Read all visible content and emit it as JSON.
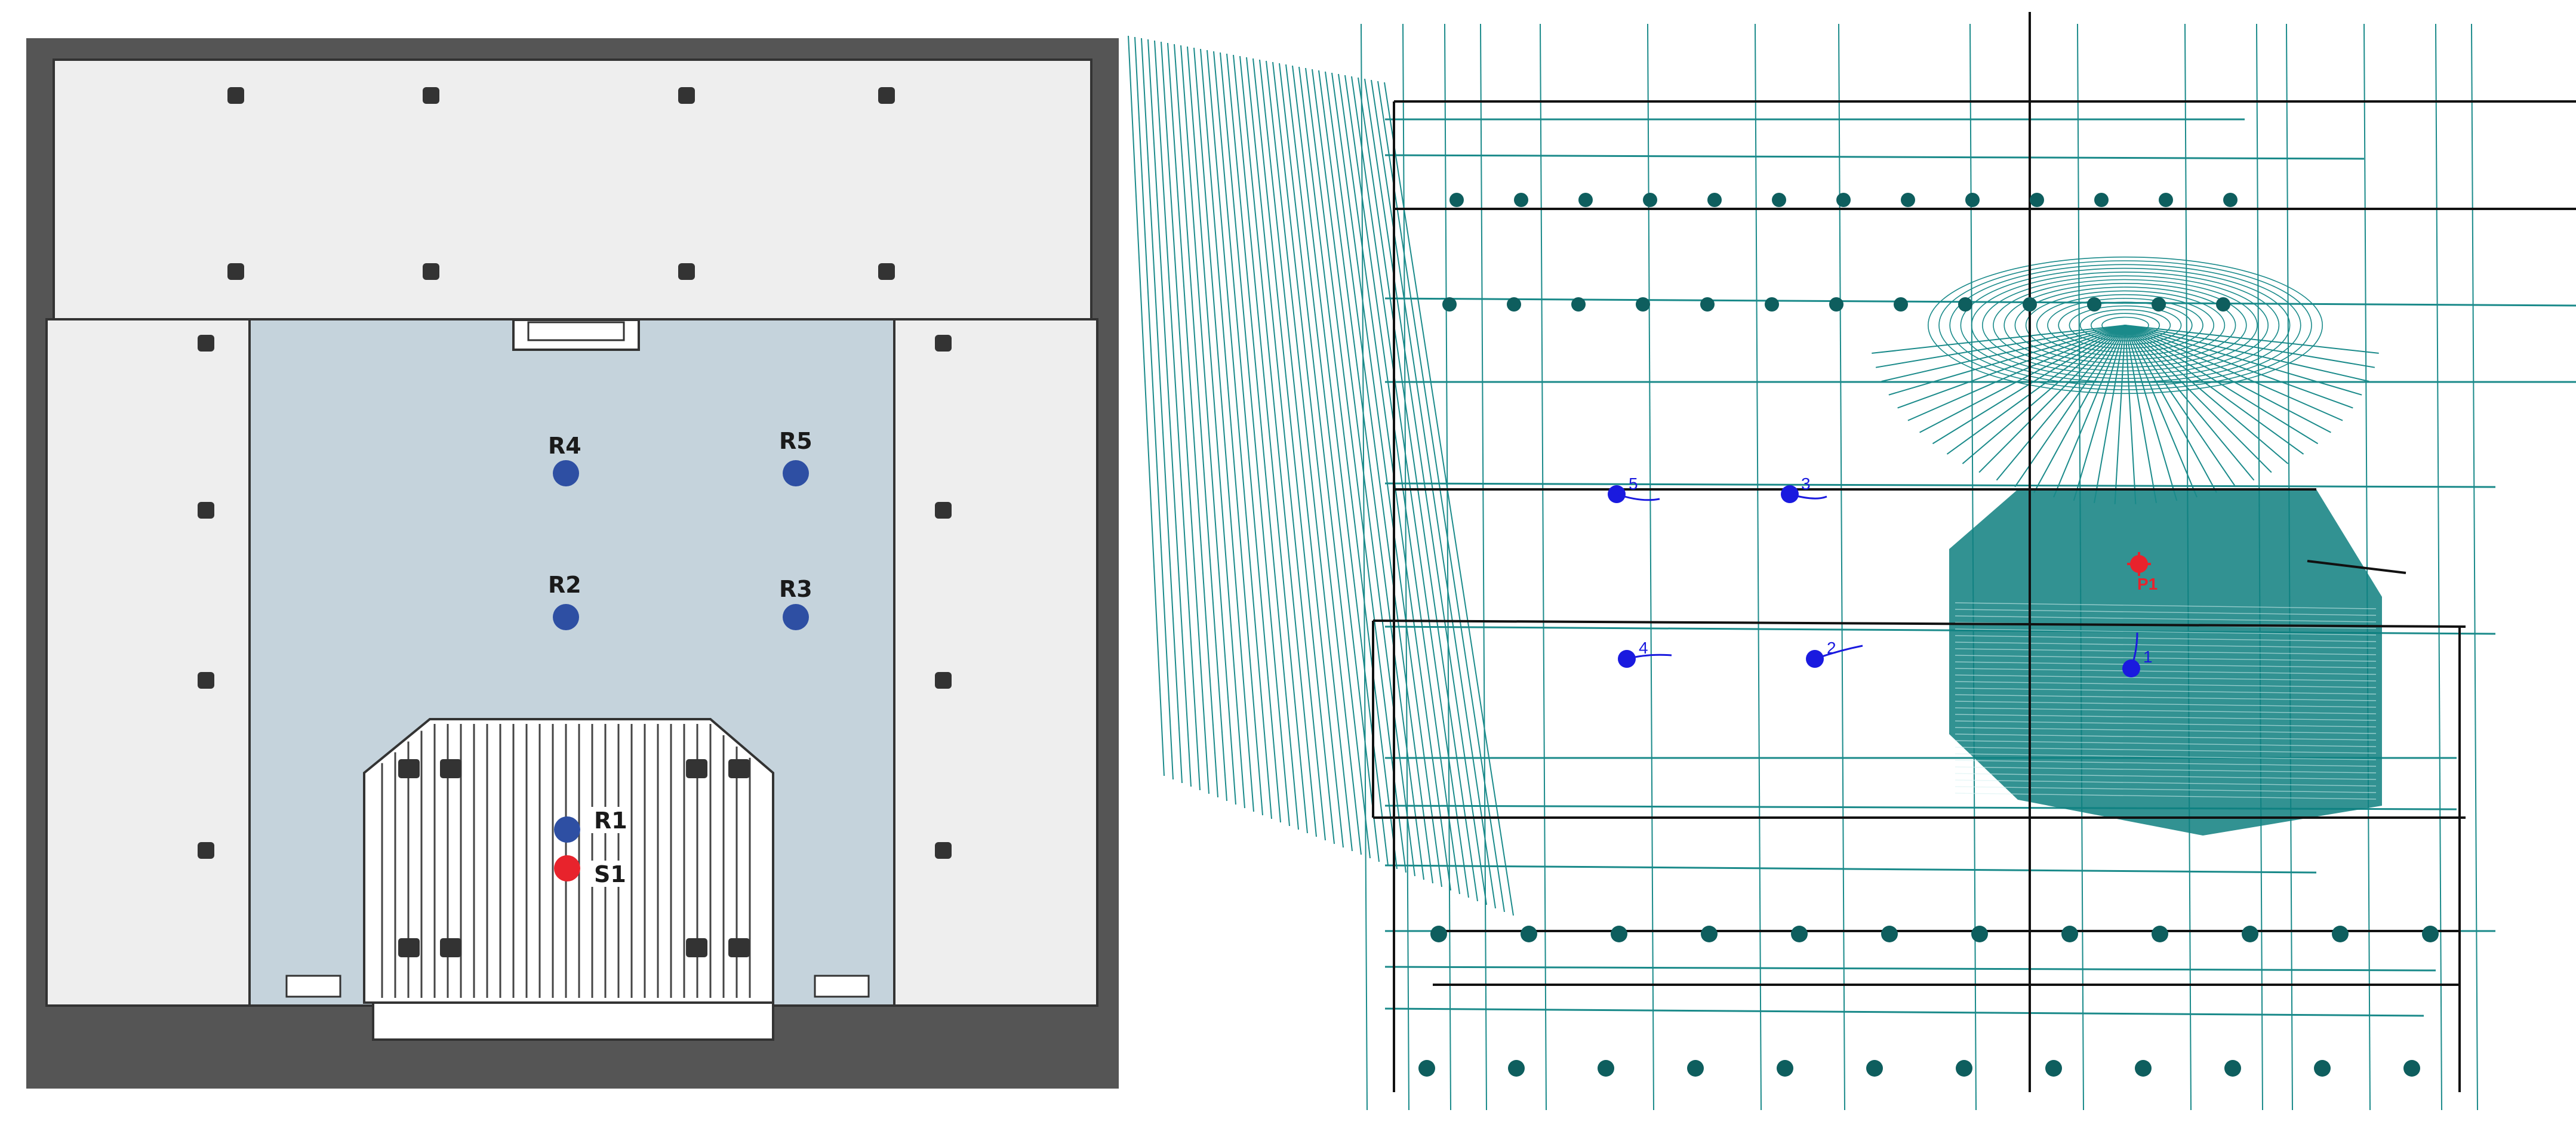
{
  "plan": {
    "receivers": [
      {
        "id": "R1",
        "label": "R1"
      },
      {
        "id": "R2",
        "label": "R2"
      },
      {
        "id": "R3",
        "label": "R3"
      },
      {
        "id": "R4",
        "label": "R4"
      },
      {
        "id": "R5",
        "label": "R5"
      }
    ],
    "source": {
      "id": "S1",
      "label": "S1"
    },
    "colors": {
      "receiver": "#2e4fa3",
      "source": "#e8232c",
      "room": "#c5d3dc",
      "wall": "#555555",
      "floor": "#eeeeee"
    }
  },
  "model": {
    "receivers": [
      {
        "id": "1",
        "label": "1"
      },
      {
        "id": "2",
        "label": "2"
      },
      {
        "id": "3",
        "label": "3"
      },
      {
        "id": "4",
        "label": "4"
      },
      {
        "id": "5",
        "label": "5"
      }
    ],
    "source": {
      "id": "P1",
      "label": "P1"
    },
    "colors": {
      "wire": "#1a8a8a",
      "fill": "#0e7f7f",
      "receiver": "#1a1adf",
      "source": "#e8232c",
      "edge": "#111111"
    }
  }
}
